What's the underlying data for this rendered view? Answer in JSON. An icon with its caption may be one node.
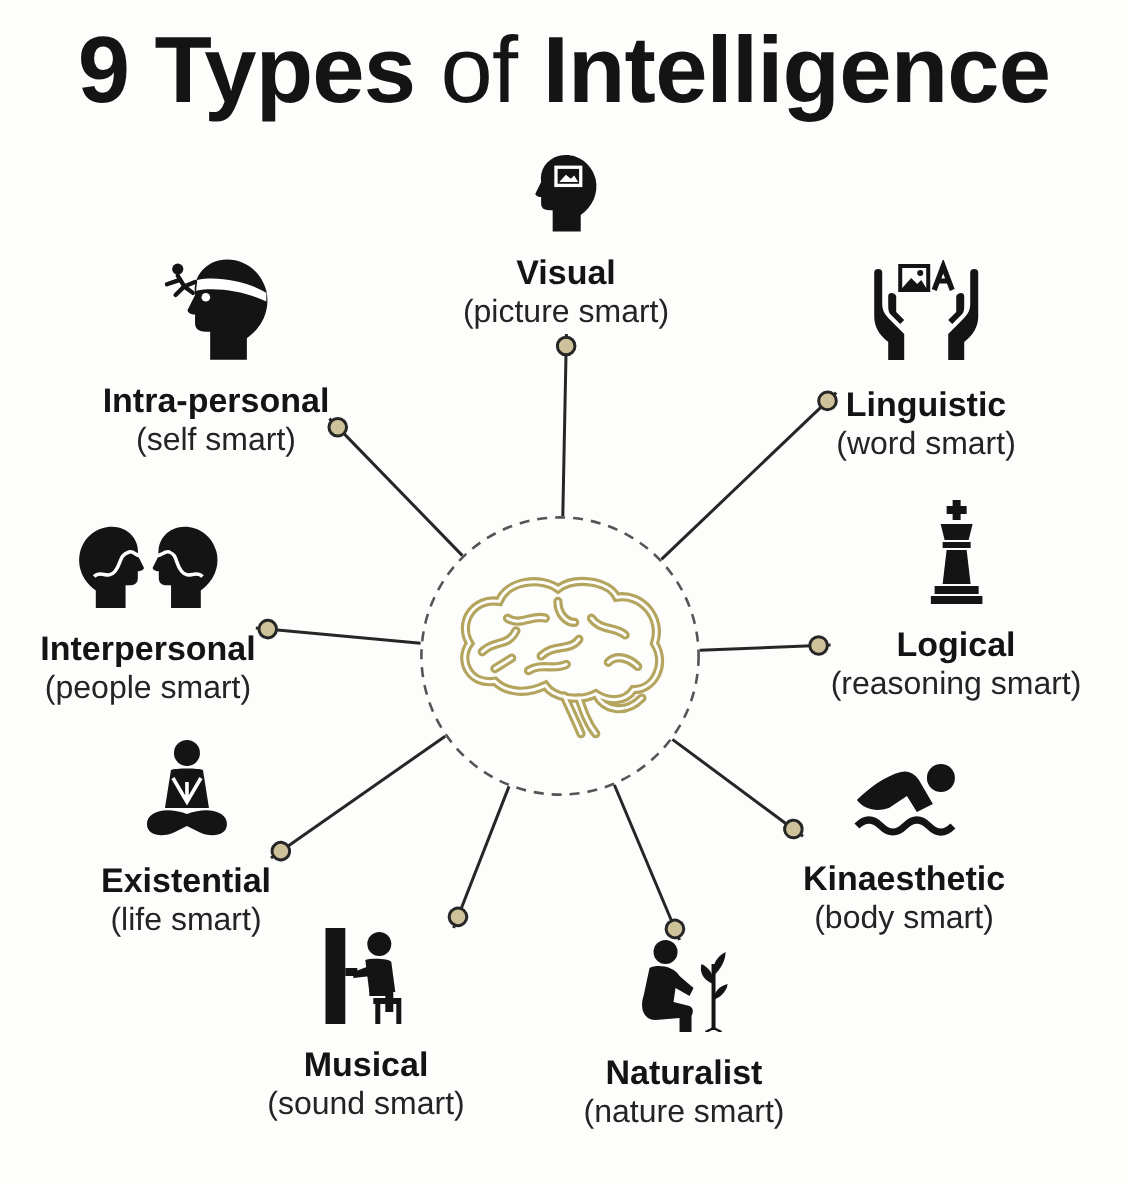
{
  "diagram": {
    "title": "**9 Types** of **Intelligence**",
    "nodes": [
      {
        "text": [
          "Visual",
          "(picture smart)"
        ]
      },
      {
        "text": [
          "Intra-personal",
          "(self smart)"
        ]
      },
      {
        "text": [
          "Linguistic",
          "(word smart)"
        ]
      },
      {
        "text": [
          "Interpersonal",
          "(people smart)"
        ]
      },
      {
        "text": [],
        "shape": "circle"
      },
      {
        "text": [
          "Logical",
          "(reasoning smart)"
        ]
      },
      {
        "text": [
          "Existential",
          "(life smart)"
        ]
      },
      {
        "text": [
          "Kinaesthetic",
          "(body smart)"
        ]
      },
      {
        "text": [
          "Musical",
          "(sound smart)"
        ]
      },
      {
        "text": [
          "Naturalist",
          "(nature smart)"
        ]
      }
    ],
    "edges": [
      {
        "from": 4,
        "to": 0,
        "arrow": "other"
      },
      {
        "from": 4,
        "to": 1,
        "arrow": "other"
      },
      {
        "from": 4,
        "to": 2,
        "arrow": "other"
      },
      {
        "from": 4,
        "to": 3,
        "arrow": "other"
      },
      {
        "from": 4,
        "to": 5,
        "arrow": "other"
      },
      {
        "from": 4,
        "to": 6,
        "arrow": "other"
      },
      {
        "from": 4,
        "to": 7,
        "arrow": "other"
      },
      {
        "from": 4,
        "to": 8,
        "arrow": "other"
      },
      {
        "from": 4,
        "to": 9,
        "arrow": "other"
      }
    ]
  }
}
